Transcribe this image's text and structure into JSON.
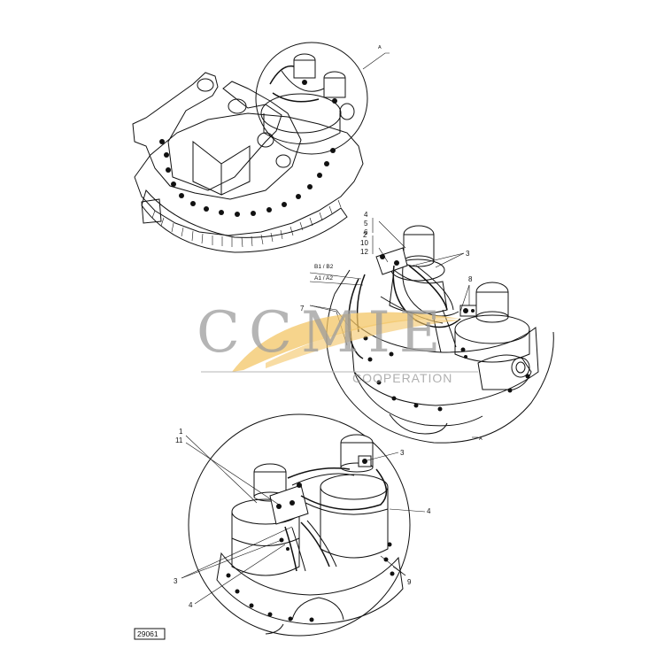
{
  "drawing": {
    "number": "29061",
    "detail_view_letter_top": "A",
    "detail_view_letter_bottom": "A"
  },
  "callouts_detail_a": {
    "label_4": "4",
    "label_5": "5",
    "label_6": "6",
    "label_2": "2",
    "label_10": "10",
    "label_12": "12",
    "label_3": "3",
    "label_8": "8",
    "label_7": "7",
    "port_b": "B1 / B2",
    "port_a": "A1 / A2"
  },
  "callouts_detail_bottom": {
    "label_1": "1",
    "label_11": "11",
    "label_3_top": "3",
    "label_4_right": "4",
    "label_3_left": "3",
    "label_9": "9",
    "label_4_bottom": "4"
  },
  "watermark": {
    "letters": "CCMIE",
    "subtitle": "COOPERATION",
    "accent_color": "#f3c566",
    "letter_color": "#9d9d9d"
  }
}
